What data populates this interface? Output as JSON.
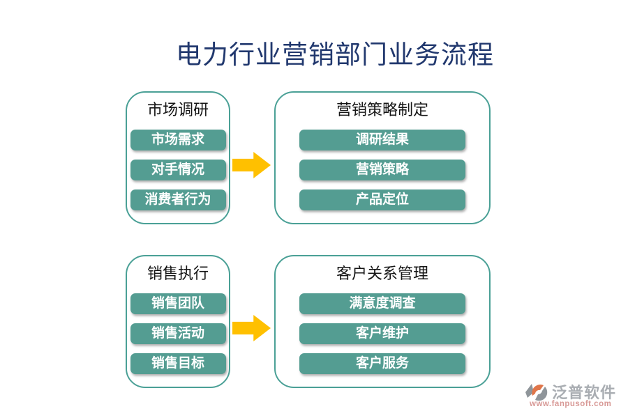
{
  "title": "电力行业营销部门业务流程",
  "flow": {
    "rows": [
      {
        "source": {
          "title": "市场调研",
          "items": [
            "市场需求",
            "对手情况",
            "消费者行为"
          ]
        },
        "target": {
          "title": "营销策略制定",
          "items": [
            "调研结果",
            "营销策略",
            "产品定位"
          ]
        }
      },
      {
        "source": {
          "title": "销售执行",
          "items": [
            "销售团队",
            "销售活动",
            "销售目标"
          ]
        },
        "target": {
          "title": "客户关系管理",
          "items": [
            "满意度调查",
            "客户维护",
            "客户服务"
          ]
        }
      }
    ]
  },
  "logo": {
    "name": "泛普软件",
    "url": "www.fanpusoft.com"
  },
  "colors": {
    "node_fill": "#549d92",
    "container_border": "#4aa096",
    "arrow": "#ffc000",
    "title_text": "#21386e",
    "logo_text": "#a9adb2",
    "logo_url_text": "#d89a97",
    "logo_orange": "#e0764a",
    "logo_gray": "#8f959a"
  }
}
